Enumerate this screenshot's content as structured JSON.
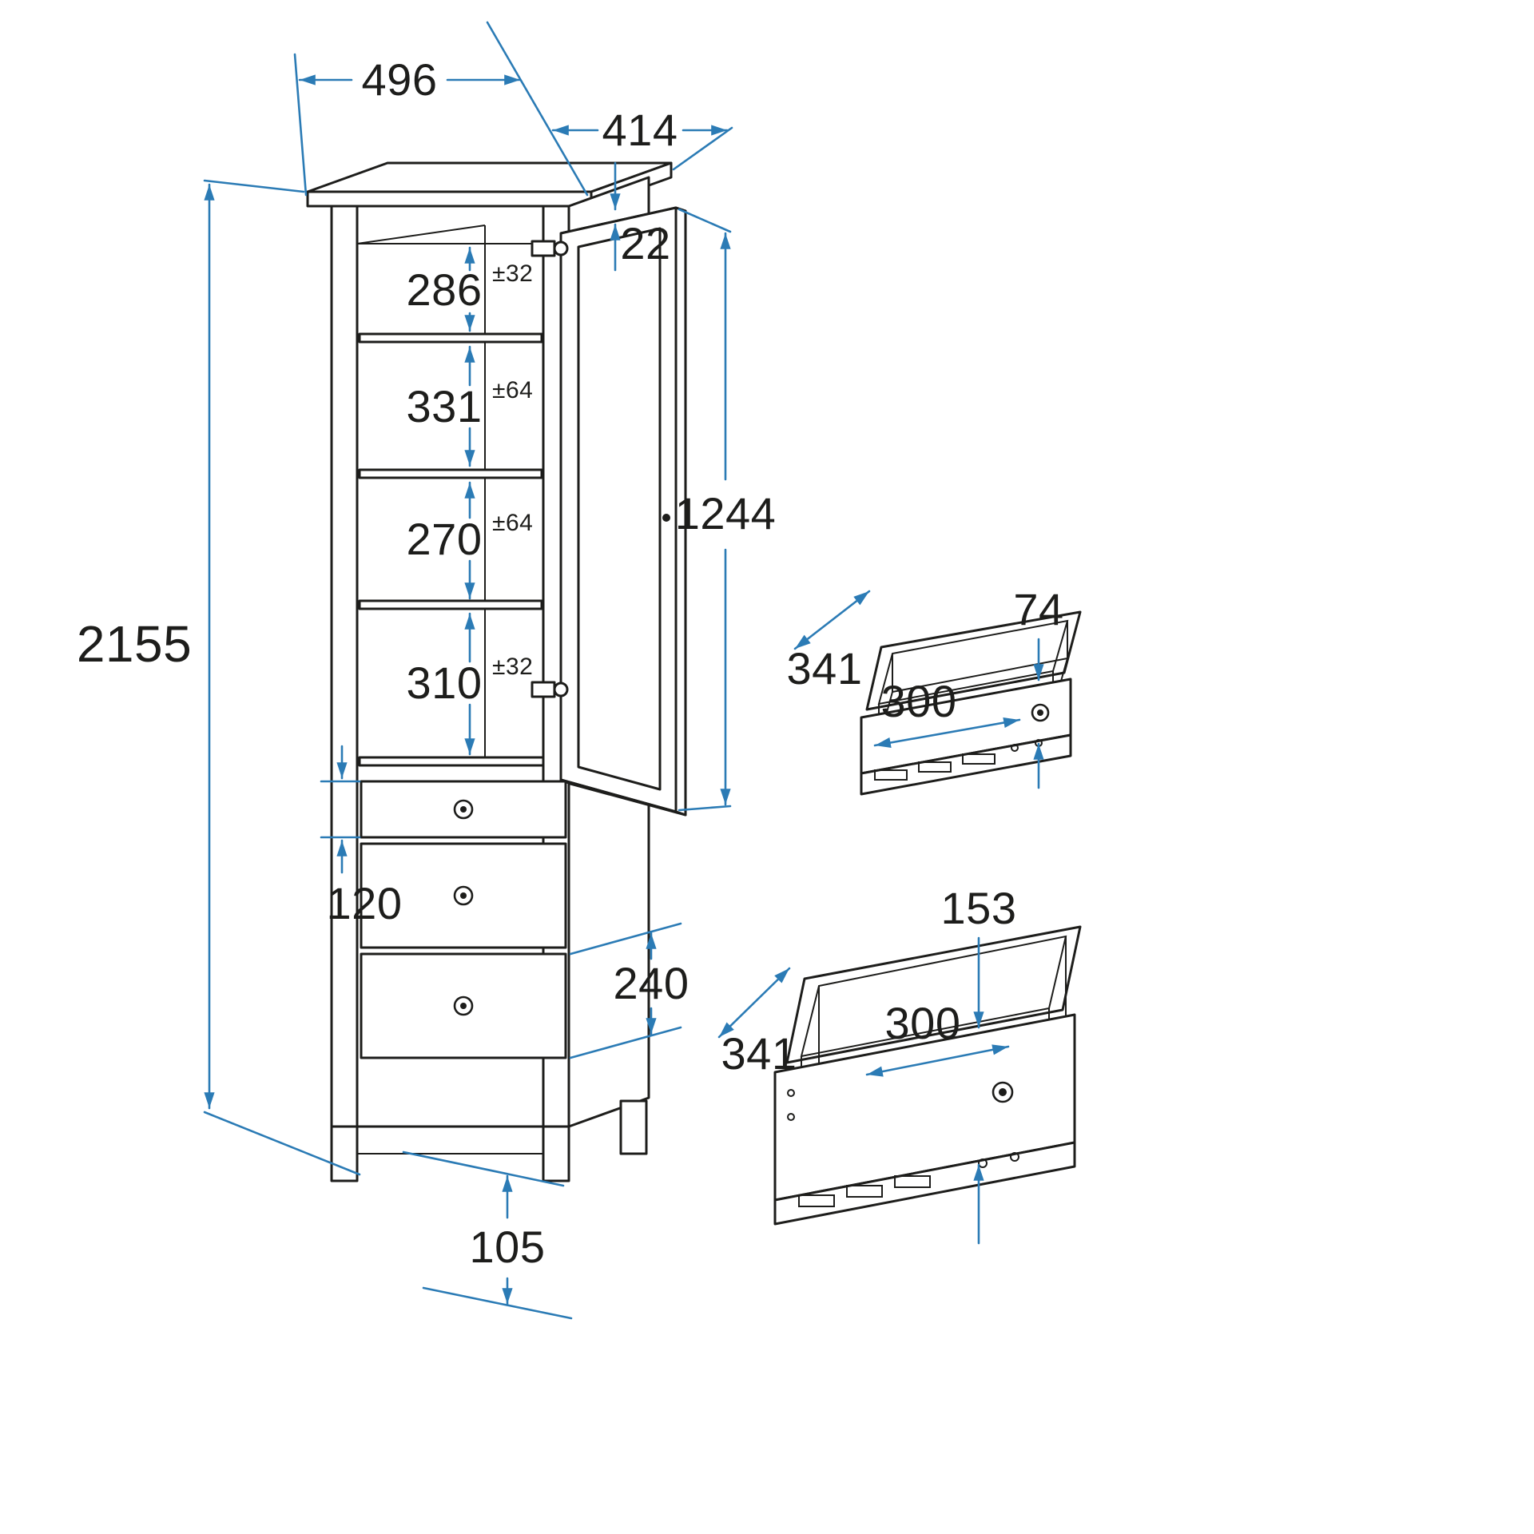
{
  "diagram": {
    "type": "furniture-dimension-drawing",
    "subject": "tall cabinet with glass door and drawers, with two drawer detail views",
    "units": "mm",
    "colors": {
      "outline": "#1d1d1b",
      "dimension": "#2b7bb5",
      "label": "#1d1d1b",
      "background": "#ffffff"
    },
    "cabinet": {
      "overall": {
        "width": "496",
        "depth": "414",
        "height": "2155",
        "plinth_height": "105"
      },
      "door": {
        "thickness": "22",
        "height": "1244"
      },
      "shelf_gaps": [
        {
          "value": "286",
          "tolerance": "±32"
        },
        {
          "value": "331",
          "tolerance": "±64"
        },
        {
          "value": "270",
          "tolerance": "±64"
        },
        {
          "value": "310",
          "tolerance": "±32"
        }
      ],
      "drawer_fronts": {
        "small_front_height": "120",
        "large_front_height": "240"
      }
    },
    "drawer_details": [
      {
        "name": "small-drawer",
        "depth": "341",
        "front_height": "74",
        "inner_width": "300"
      },
      {
        "name": "large-drawer",
        "depth": "341",
        "front_height": "153",
        "inner_width": "300"
      }
    ]
  }
}
